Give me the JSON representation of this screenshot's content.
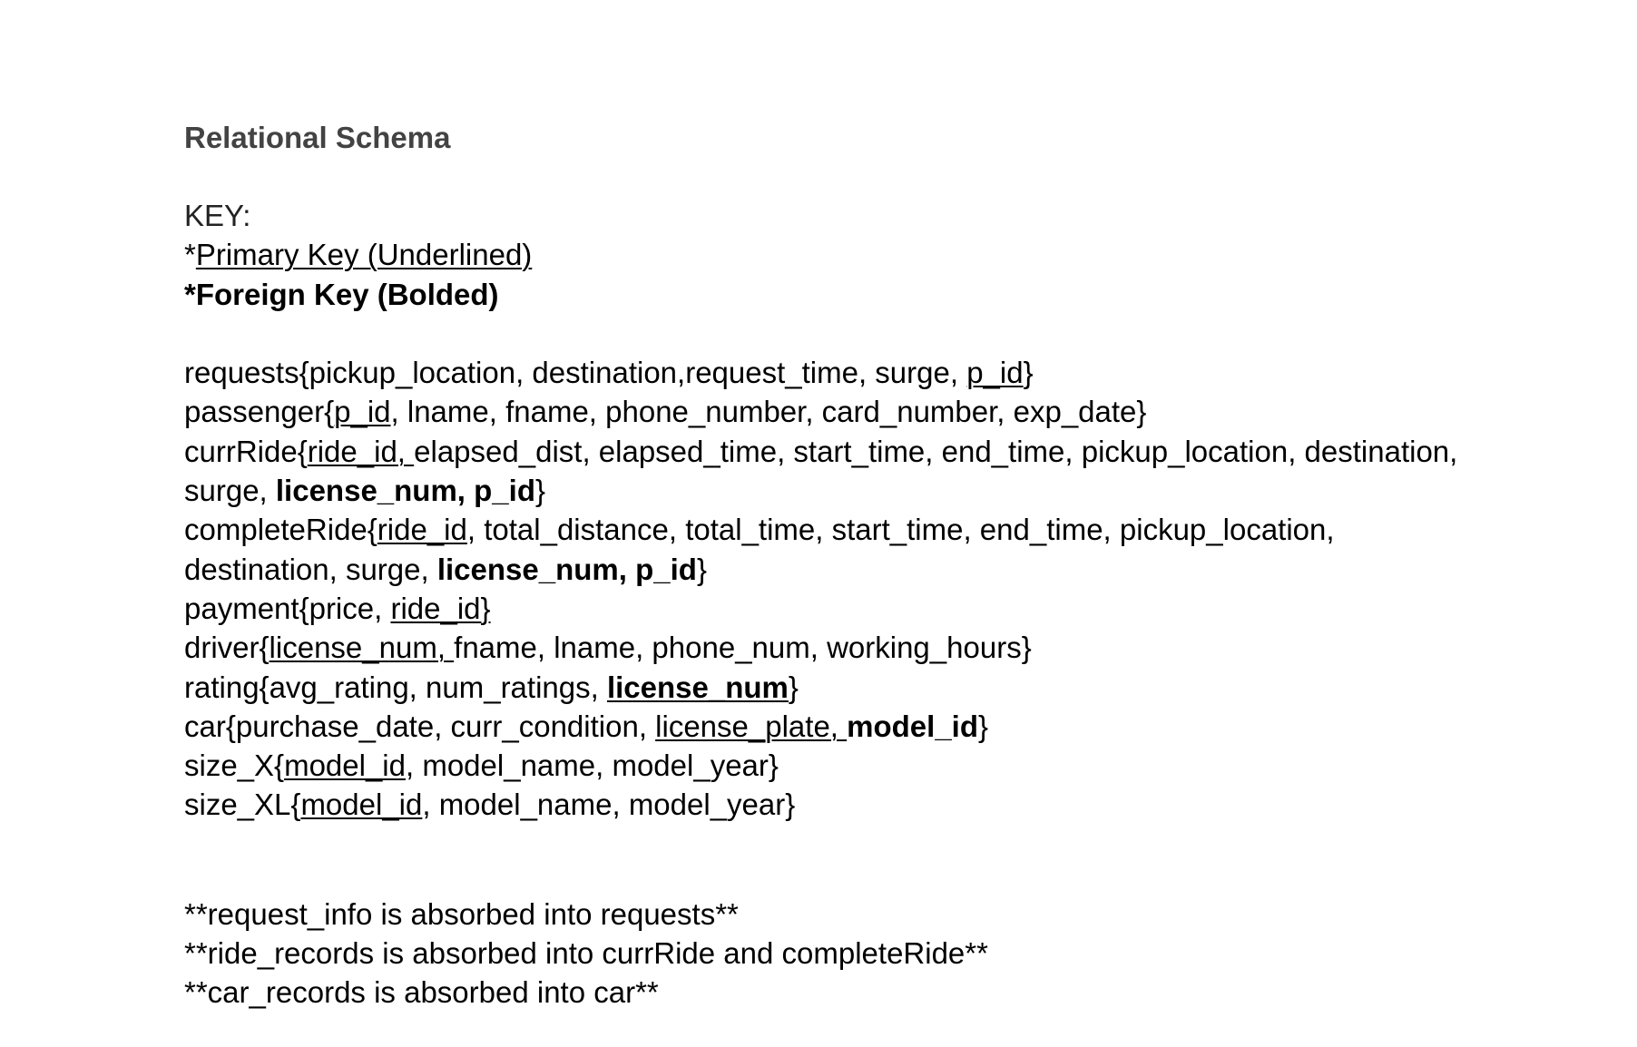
{
  "document": {
    "title": "Relational Schema",
    "key": {
      "heading": "KEY:",
      "primary_prefix": "*",
      "primary_label": "Primary Key (Underlined)",
      "foreign_label": "*Foreign Key (Bolded)"
    },
    "schema_lines": [
      [
        {
          "t": "requests{pickup_location, destination,request_time, surge, ",
          "s": ""
        },
        {
          "t": "p_id",
          "s": "u"
        },
        {
          "t": "}",
          "s": ""
        }
      ],
      [
        {
          "t": "passenger{",
          "s": ""
        },
        {
          "t": "p_id",
          "s": "u"
        },
        {
          "t": ", lname, fname, phone_number, card_number, exp_date}",
          "s": ""
        }
      ],
      [
        {
          "t": "currRide{",
          "s": ""
        },
        {
          "t": "ride_id, ",
          "s": "u"
        },
        {
          "t": "elapsed_dist, elapsed_time, start_time, end_time, pickup_location, destination,",
          "s": ""
        }
      ],
      [
        {
          "t": "surge, ",
          "s": ""
        },
        {
          "t": "license_num, p_id",
          "s": "b"
        },
        {
          "t": "}",
          "s": ""
        }
      ],
      [
        {
          "t": "completeRide{",
          "s": ""
        },
        {
          "t": "ride_id",
          "s": "u"
        },
        {
          "t": ", total_distance, total_time, start_time, end_time, pickup_location,",
          "s": ""
        }
      ],
      [
        {
          "t": "destination, surge, ",
          "s": ""
        },
        {
          "t": "license_num, p_id",
          "s": "b"
        },
        {
          "t": "}",
          "s": ""
        }
      ],
      [
        {
          "t": "payment{price, ",
          "s": ""
        },
        {
          "t": "ride_id}",
          "s": "u"
        }
      ],
      [
        {
          "t": "driver{",
          "s": ""
        },
        {
          "t": "license_num, ",
          "s": "u"
        },
        {
          "t": "fname, lname, phone_num, working_hours}",
          "s": ""
        }
      ],
      [
        {
          "t": "rating{avg_rating, num_ratings, ",
          "s": ""
        },
        {
          "t": "license_num",
          "s": "ub"
        },
        {
          "t": "}",
          "s": ""
        }
      ],
      [
        {
          "t": "car{purchase_date, curr_condition, ",
          "s": ""
        },
        {
          "t": "license_plate, ",
          "s": "u"
        },
        {
          "t": "model_id",
          "s": "b"
        },
        {
          "t": "}",
          "s": ""
        }
      ],
      [
        {
          "t": "size_X{",
          "s": ""
        },
        {
          "t": "model_id",
          "s": "u"
        },
        {
          "t": ", model_name, model_year}",
          "s": ""
        }
      ],
      [
        {
          "t": "size_XL{",
          "s": ""
        },
        {
          "t": "model_id",
          "s": "u"
        },
        {
          "t": ", model_name, model_year}",
          "s": ""
        }
      ]
    ],
    "notes": [
      "**request_info is absorbed into requests**",
      "**ride_records is absorbed into currRide and completeRide**",
      "**car_records is absorbed into car**"
    ]
  }
}
